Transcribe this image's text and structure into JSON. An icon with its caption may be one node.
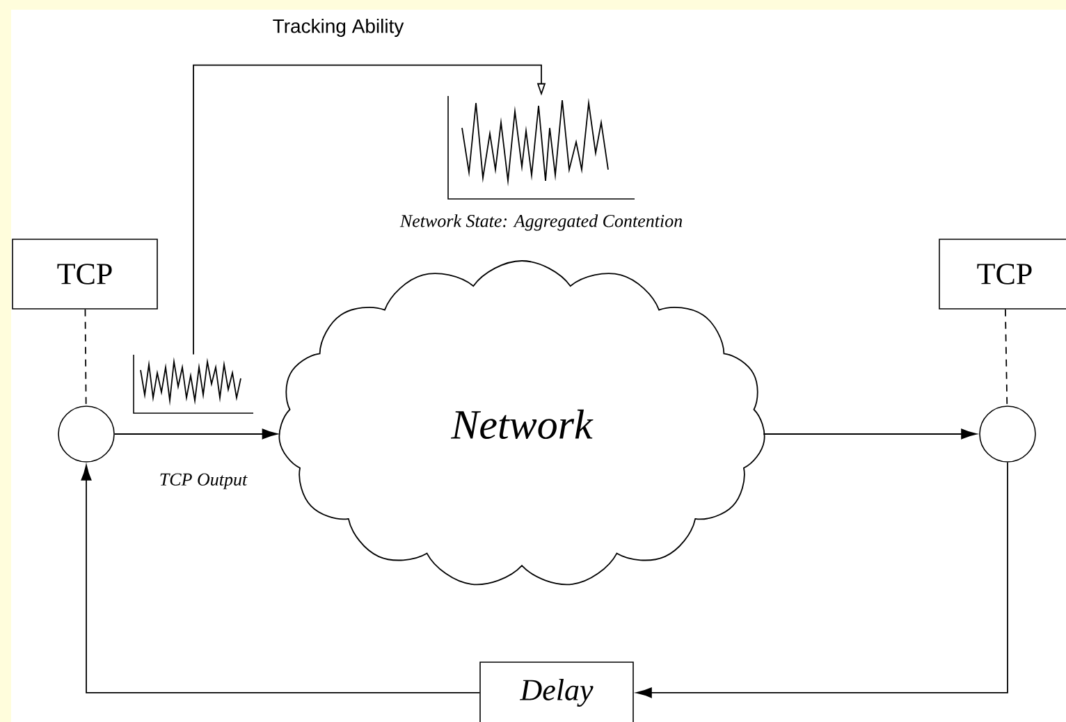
{
  "diagram": {
    "nodes": [
      {
        "text": [
          "TCP"
        ]
      },
      {
        "text": [],
        "shape": "circle"
      },
      {
        "text": [],
        "shape": "picture"
      },
      {
        "text": [],
        "shape": "picture",
        "beside": [
          "Network State: Aggregated Contention"
        ]
      },
      {
        "text": [
          "Network"
        ]
      },
      {
        "text": [
          "TCP"
        ]
      },
      {
        "text": [],
        "shape": "circle"
      },
      {
        "text": [
          "Delay"
        ]
      }
    ],
    "edges": [
      {
        "from": 0,
        "to": 1,
        "arrow": "none",
        "style": "dashed"
      },
      {
        "from": 1,
        "to": 4,
        "arrow": "to",
        "label": "TCP Output"
      },
      {
        "from": 4,
        "to": 6,
        "arrow": "to"
      },
      {
        "from": 5,
        "to": 6,
        "arrow": "none",
        "style": "dashed"
      },
      {
        "from": 6,
        "to": 7,
        "arrow": "to"
      },
      {
        "from": 7,
        "to": 1,
        "arrow": "to"
      },
      {
        "from": 2,
        "to": 3,
        "arrow": "to",
        "label": "Tracking Ability"
      }
    ]
  }
}
